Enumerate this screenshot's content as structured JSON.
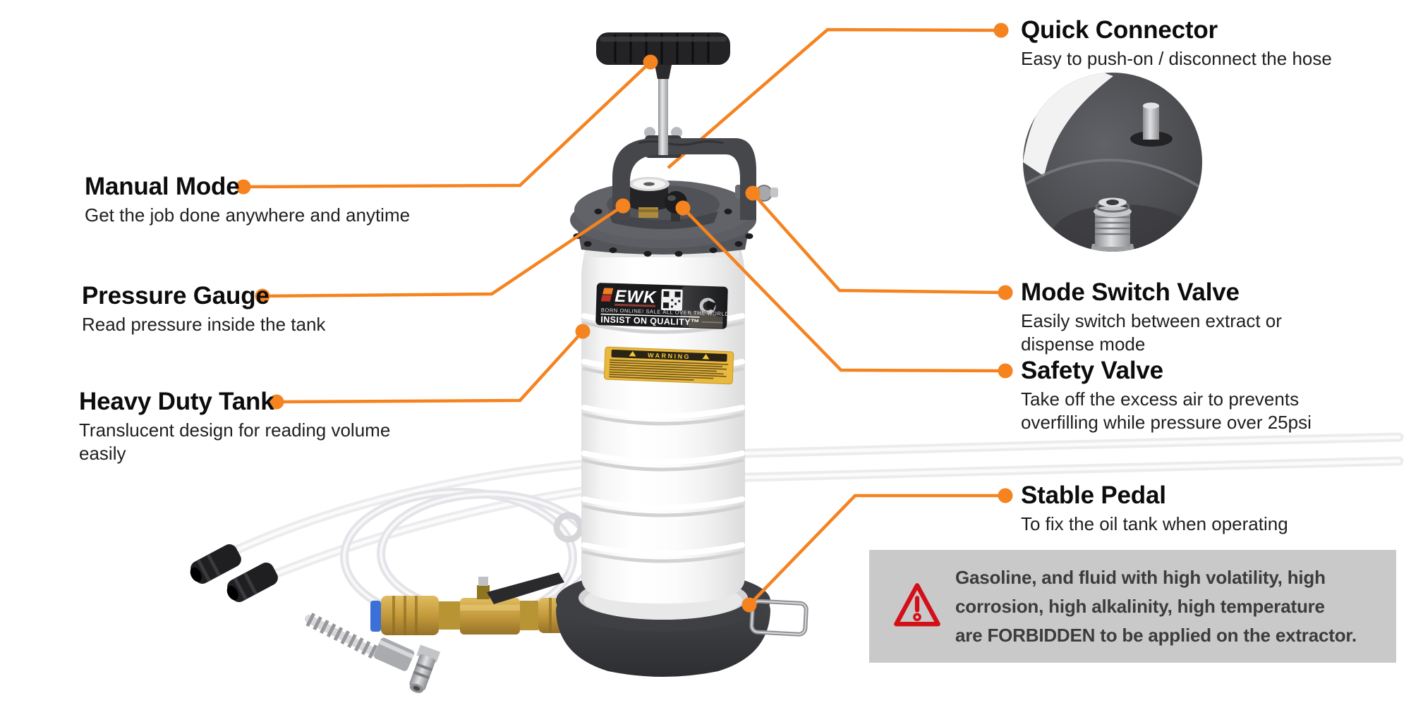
{
  "accent_color": "#F5831F",
  "callouts": {
    "manual_mode": {
      "title": "Manual Mode",
      "lines": [
        "Get the job done anywhere and anytime"
      ]
    },
    "pressure_gauge": {
      "title": "Pressure Gauge",
      "lines": [
        "Read pressure inside the tank"
      ]
    },
    "heavy_duty_tank": {
      "title": "Heavy Duty Tank",
      "lines": [
        "Translucent design for reading volume",
        "easily"
      ]
    },
    "quick_connector": {
      "title": "Quick Connector",
      "lines": [
        "Easy to push-on / disconnect the hose"
      ]
    },
    "mode_switch_valve": {
      "title": "Mode Switch Valve",
      "lines": [
        "Easily switch between extract or",
        "dispense mode"
      ]
    },
    "safety_valve": {
      "title": "Safety Valve",
      "lines": [
        "Take off the excess air to prevents",
        "overfilling while pressure over 25psi"
      ]
    },
    "stable_pedal": {
      "title": "Stable Pedal",
      "lines": [
        "To fix the oil tank when operating"
      ]
    }
  },
  "warning_box": {
    "lines": [
      "Gasoline, and fluid with high volatility, high",
      "corrosion, high alkalinity, high temperature",
      "are FORBIDDEN to be applied on the extractor."
    ]
  },
  "product_label": {
    "brand": "EWK",
    "line1": "BORN ONLINE! SALE ALL OVER THE WORLD",
    "line2": "INSIST ON QUALITY™"
  },
  "tank_warning_label": {
    "title": "WARNING"
  }
}
